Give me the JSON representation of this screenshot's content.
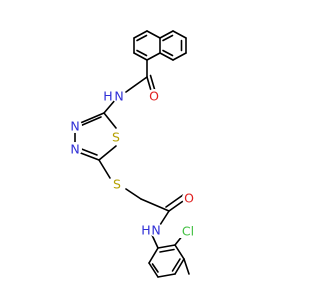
{
  "molecule": {
    "colors": {
      "bond": "#000000",
      "N": "#2f2fd6",
      "O": "#e02020",
      "S": "#b4a000",
      "Cl": "#3fbf3f",
      "background": "#ffffff"
    },
    "atom_labels": {
      "o_amide1": "O",
      "nh_amide1": "N",
      "h_amide1": "H",
      "n_ring_upper": "N",
      "n_ring_lower": "N",
      "s_ring": "S",
      "s_thio": "S",
      "o_amide2": "O",
      "nh_amide2": "N",
      "h_amide2": "H",
      "cl": "Cl"
    }
  }
}
